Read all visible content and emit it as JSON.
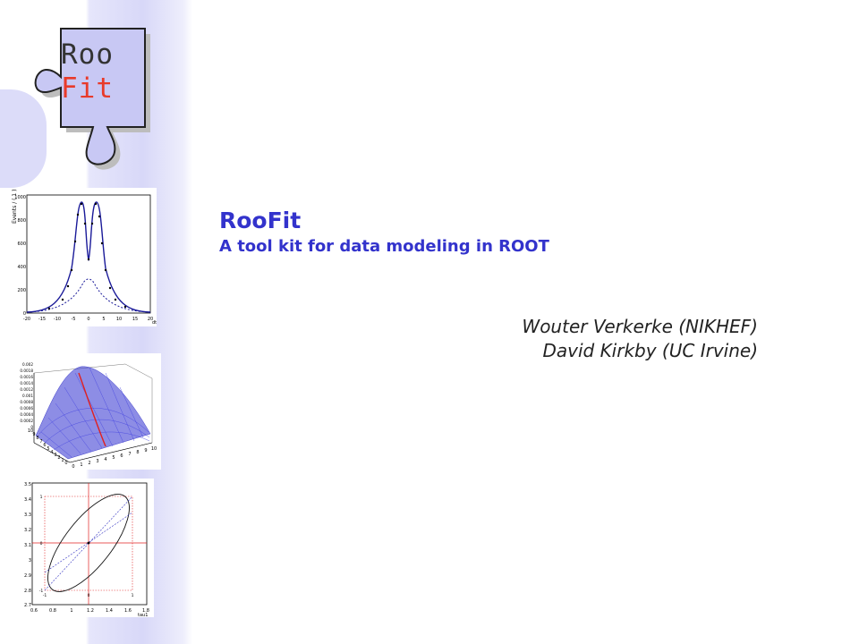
{
  "slide": {
    "title": "RooFit",
    "subtitle": "A tool kit for data modeling in ROOT",
    "authors": [
      "Wouter Verkerke (NIKHEF)",
      "David Kirkby (UC Irvine)"
    ]
  },
  "logo": {
    "line1": "Roo",
    "line2": "Fit",
    "colors": {
      "roo": "#333333",
      "fit": "#e83a2a",
      "tile": "#c8c8f4"
    }
  },
  "plots": {
    "plot1": {
      "ylabel": "Events / ( 1 )",
      "xlabel": "dt",
      "yticks": [
        "0",
        "200",
        "400",
        "600",
        "800",
        "1000"
      ],
      "xticks": [
        "-20",
        "-15",
        "-10",
        "-5",
        "0",
        "5",
        "10",
        "15",
        "20"
      ]
    },
    "plot2": {
      "zticks": [
        "0.002",
        "0.0018",
        "0.0016",
        "0.0014",
        "0.0012",
        "0.001",
        "0.0008",
        "0.0006",
        "0.0004",
        "0.0002",
        "0"
      ],
      "xticks": [
        "0",
        "1",
        "2",
        "3",
        "4",
        "5",
        "6",
        "7",
        "8",
        "9",
        "10"
      ],
      "yticks": [
        "10",
        "9",
        "8",
        "7",
        "6",
        "5",
        "4",
        "3",
        "2",
        "1",
        "0"
      ]
    },
    "plot3": {
      "xlabel": "tau1",
      "yticks": [
        "3.5",
        "3.4",
        "3.3",
        "3.2",
        "3.1",
        "3",
        "2.9",
        "2.8",
        "2.7"
      ],
      "xticks": [
        "0.6",
        "0.8",
        "1",
        "1.2",
        "1.4",
        "1.6",
        "1.8"
      ],
      "inner_xticks": [
        "-1",
        "0",
        "1"
      ],
      "inner_yticks": [
        "1",
        "0",
        "-1"
      ]
    }
  }
}
